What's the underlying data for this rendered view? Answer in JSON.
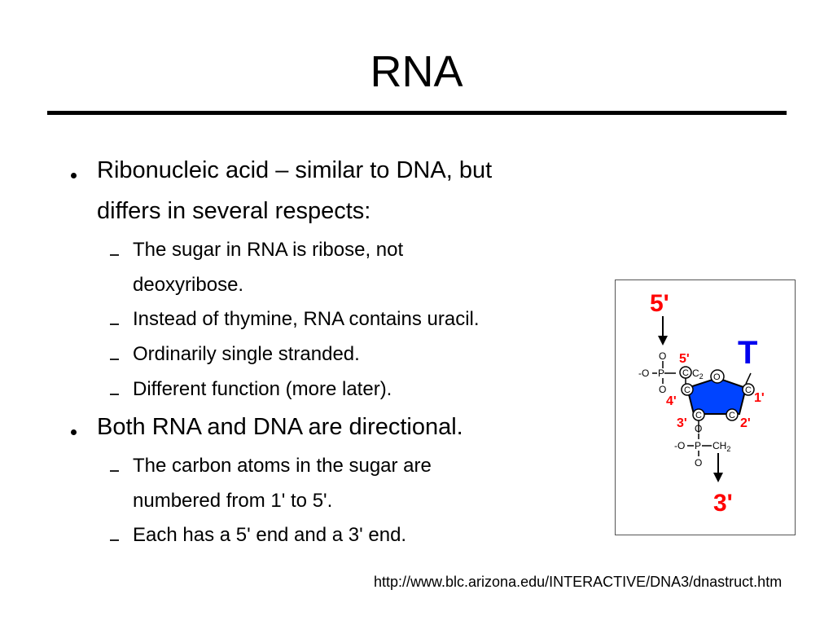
{
  "slide": {
    "title": "RNA",
    "bullets": [
      {
        "lines": [
          "Ribonucleic acid – similar to DNA, but",
          "differs in several respects:"
        ],
        "subs": [
          {
            "lines": [
              "The sugar in RNA is ribose, not",
              "deoxyribose."
            ]
          },
          {
            "lines": [
              "Instead of thymine, RNA contains uracil."
            ]
          },
          {
            "lines": [
              "Ordinarily single stranded."
            ]
          },
          {
            "lines": [
              "Different function (more later)."
            ]
          }
        ]
      },
      {
        "lines": [
          "Both RNA and DNA are directional."
        ],
        "subs": [
          {
            "lines": [
              "The carbon atoms in the sugar are",
              "numbered from 1' to 5'."
            ]
          },
          {
            "lines": [
              "Each has a 5' end and a 3' end."
            ]
          }
        ]
      }
    ],
    "figure": {
      "end_top": "5'",
      "end_bottom": "3'",
      "base": "T",
      "num_5": "5'",
      "num_4": "4'",
      "num_3": "3'",
      "num_2": "2'",
      "num_1": "1'",
      "atom_o": "O",
      "atom_c": "C",
      "atom_p": "P",
      "o_minus": "-O",
      "ch2": "CH",
      "sub_2": "2",
      "colors": {
        "red": "#ff0000",
        "blue": "#0000ee",
        "ring_fill": "#0044ff"
      }
    },
    "source_url": "http://www.blc.arizona.edu/INTERACTIVE/DNA3/dnastruct.htm"
  }
}
